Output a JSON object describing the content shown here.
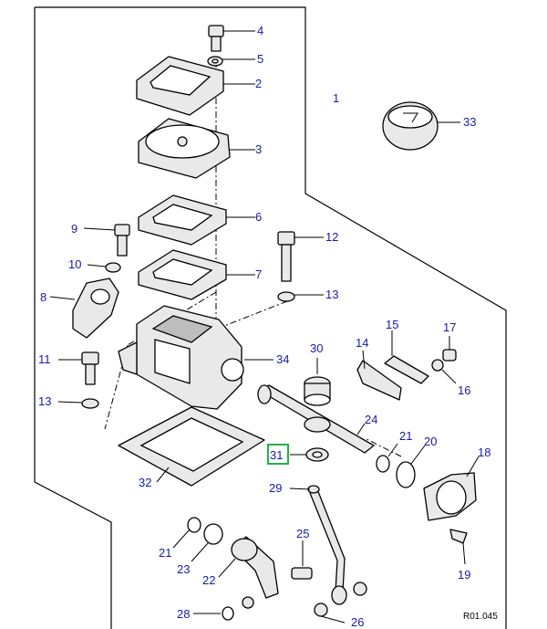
{
  "diagram": {
    "reference": "R01.045",
    "callouts": {
      "c1": "1",
      "c2": "2",
      "c3": "3",
      "c4": "4",
      "c5": "5",
      "c6": "6",
      "c7": "7",
      "c8": "8",
      "c9": "9",
      "c10": "10",
      "c11": "11",
      "c12": "12",
      "c13a": "13",
      "c13b": "13",
      "c14": "14",
      "c15": "15",
      "c16": "16",
      "c17": "17",
      "c18": "18",
      "c19": "19",
      "c20": "20",
      "c21a": "21",
      "c21b": "21",
      "c22": "22",
      "c23": "23",
      "c24": "24",
      "c25": "25",
      "c26": "26",
      "c28": "28",
      "c29": "29",
      "c30": "30",
      "c31": "31",
      "c32": "32",
      "c33": "33",
      "c34": "34"
    },
    "highlighted_callout": "31",
    "highlight_color": "#22b14c",
    "callout_color": "#1a1aa6"
  }
}
